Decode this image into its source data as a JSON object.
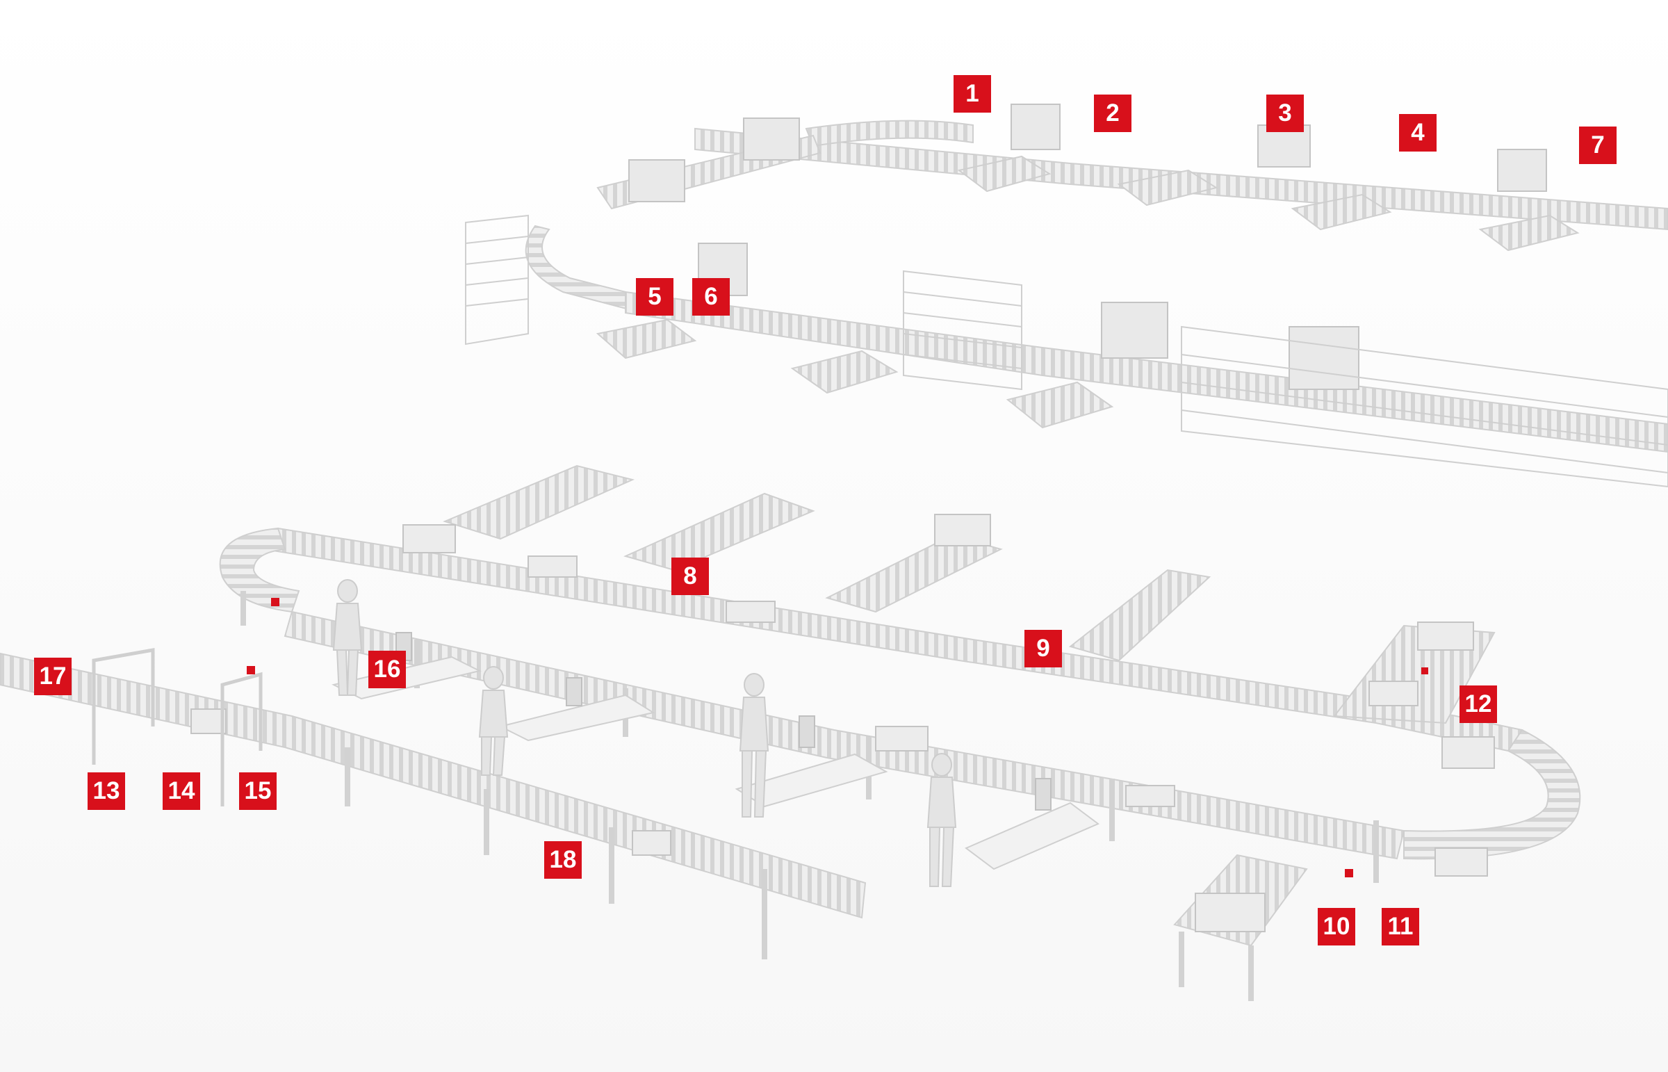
{
  "colors": {
    "marker_fill": "#d8101b",
    "marker_text": "#ffffff",
    "background": "#ffffff",
    "conveyor_frame": "#dcdcdc",
    "conveyor_roller": "#c8c8c8",
    "conveyor_shadow": "#bdbdbd",
    "figure": "#e6e6e6"
  },
  "markers": [
    {
      "id": "1",
      "label": "1"
    },
    {
      "id": "2",
      "label": "2"
    },
    {
      "id": "3",
      "label": "3"
    },
    {
      "id": "4",
      "label": "4"
    },
    {
      "id": "5",
      "label": "5"
    },
    {
      "id": "6",
      "label": "6"
    },
    {
      "id": "7",
      "label": "7"
    },
    {
      "id": "8",
      "label": "8"
    },
    {
      "id": "9",
      "label": "9"
    },
    {
      "id": "10",
      "label": "10"
    },
    {
      "id": "11",
      "label": "11"
    },
    {
      "id": "12",
      "label": "12"
    },
    {
      "id": "13",
      "label": "13"
    },
    {
      "id": "14",
      "label": "14"
    },
    {
      "id": "15",
      "label": "15"
    },
    {
      "id": "16",
      "label": "16"
    },
    {
      "id": "17",
      "label": "17"
    },
    {
      "id": "18",
      "label": "18"
    }
  ]
}
